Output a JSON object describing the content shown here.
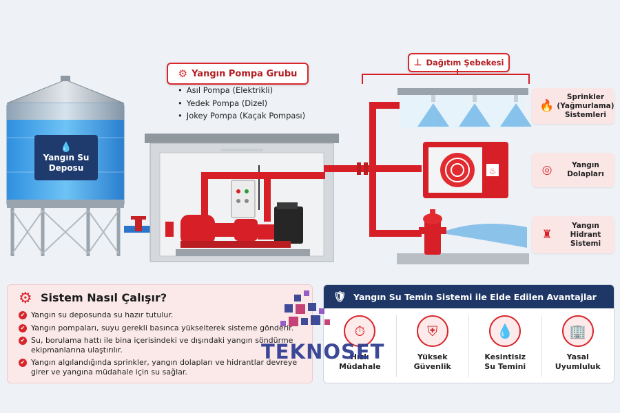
{
  "tank": {
    "label_line1": "Yangın Su",
    "label_line2": "Deposu"
  },
  "pump_group": {
    "title": "Yangın Pompa Grubu",
    "items": [
      "Asıl Pompa (Elektrikli)",
      "Yedek Pompa (Dizel)",
      "Jokey Pompa (Kaçak Pompası)"
    ]
  },
  "distribution": {
    "title": "Dağıtım Şebekesi"
  },
  "outputs": [
    {
      "line1": "Sprinkler",
      "line2": "(Yağmurlama)",
      "line3": "Sistemleri",
      "icon": "flame-icon"
    },
    {
      "line1": "Yangın",
      "line2": "Dolapları",
      "line3": "",
      "icon": "hose-reel-icon"
    },
    {
      "line1": "Yangın",
      "line2": "Hidrant",
      "line3": "Sistemi",
      "icon": "hydrant-icon"
    }
  ],
  "how_it_works": {
    "title": "Sistem Nasıl Çalışır?",
    "steps": [
      "Yangın su deposunda su hazır tutulur.",
      "Yangın pompaları, suyu gerekli basınca yükselterek sisteme gönderir.",
      "Su, borulama hattı ile bina içerisindeki ve dışındaki yangın söndürme ekipmanlarına ulaştırılır.",
      "Yangın algılandığında sprinkler, yangın dolapları ve hidrantlar devreye girer ve yangına müdahale için su sağlar."
    ]
  },
  "advantages": {
    "title": "Yangın Su Temin Sistemi ile Elde Edilen Avantajlar",
    "items": [
      {
        "line1": "Hızlı",
        "line2": "Müdahale",
        "icon": "stopwatch-icon"
      },
      {
        "line1": "Yüksek",
        "line2": "Güvenlik",
        "icon": "shield-icon"
      },
      {
        "line1": "Kesintisiz",
        "line2": "Su Temini",
        "icon": "drop-icon"
      },
      {
        "line1": "Yasal",
        "line2": "Uyumluluk",
        "icon": "building-icon"
      }
    ]
  },
  "watermark": {
    "brand": "TEKNOSET"
  },
  "colors": {
    "accent": "#d8262b",
    "navy": "#1e3766",
    "water": "#3a9be0",
    "pipe": "#d61f26"
  }
}
